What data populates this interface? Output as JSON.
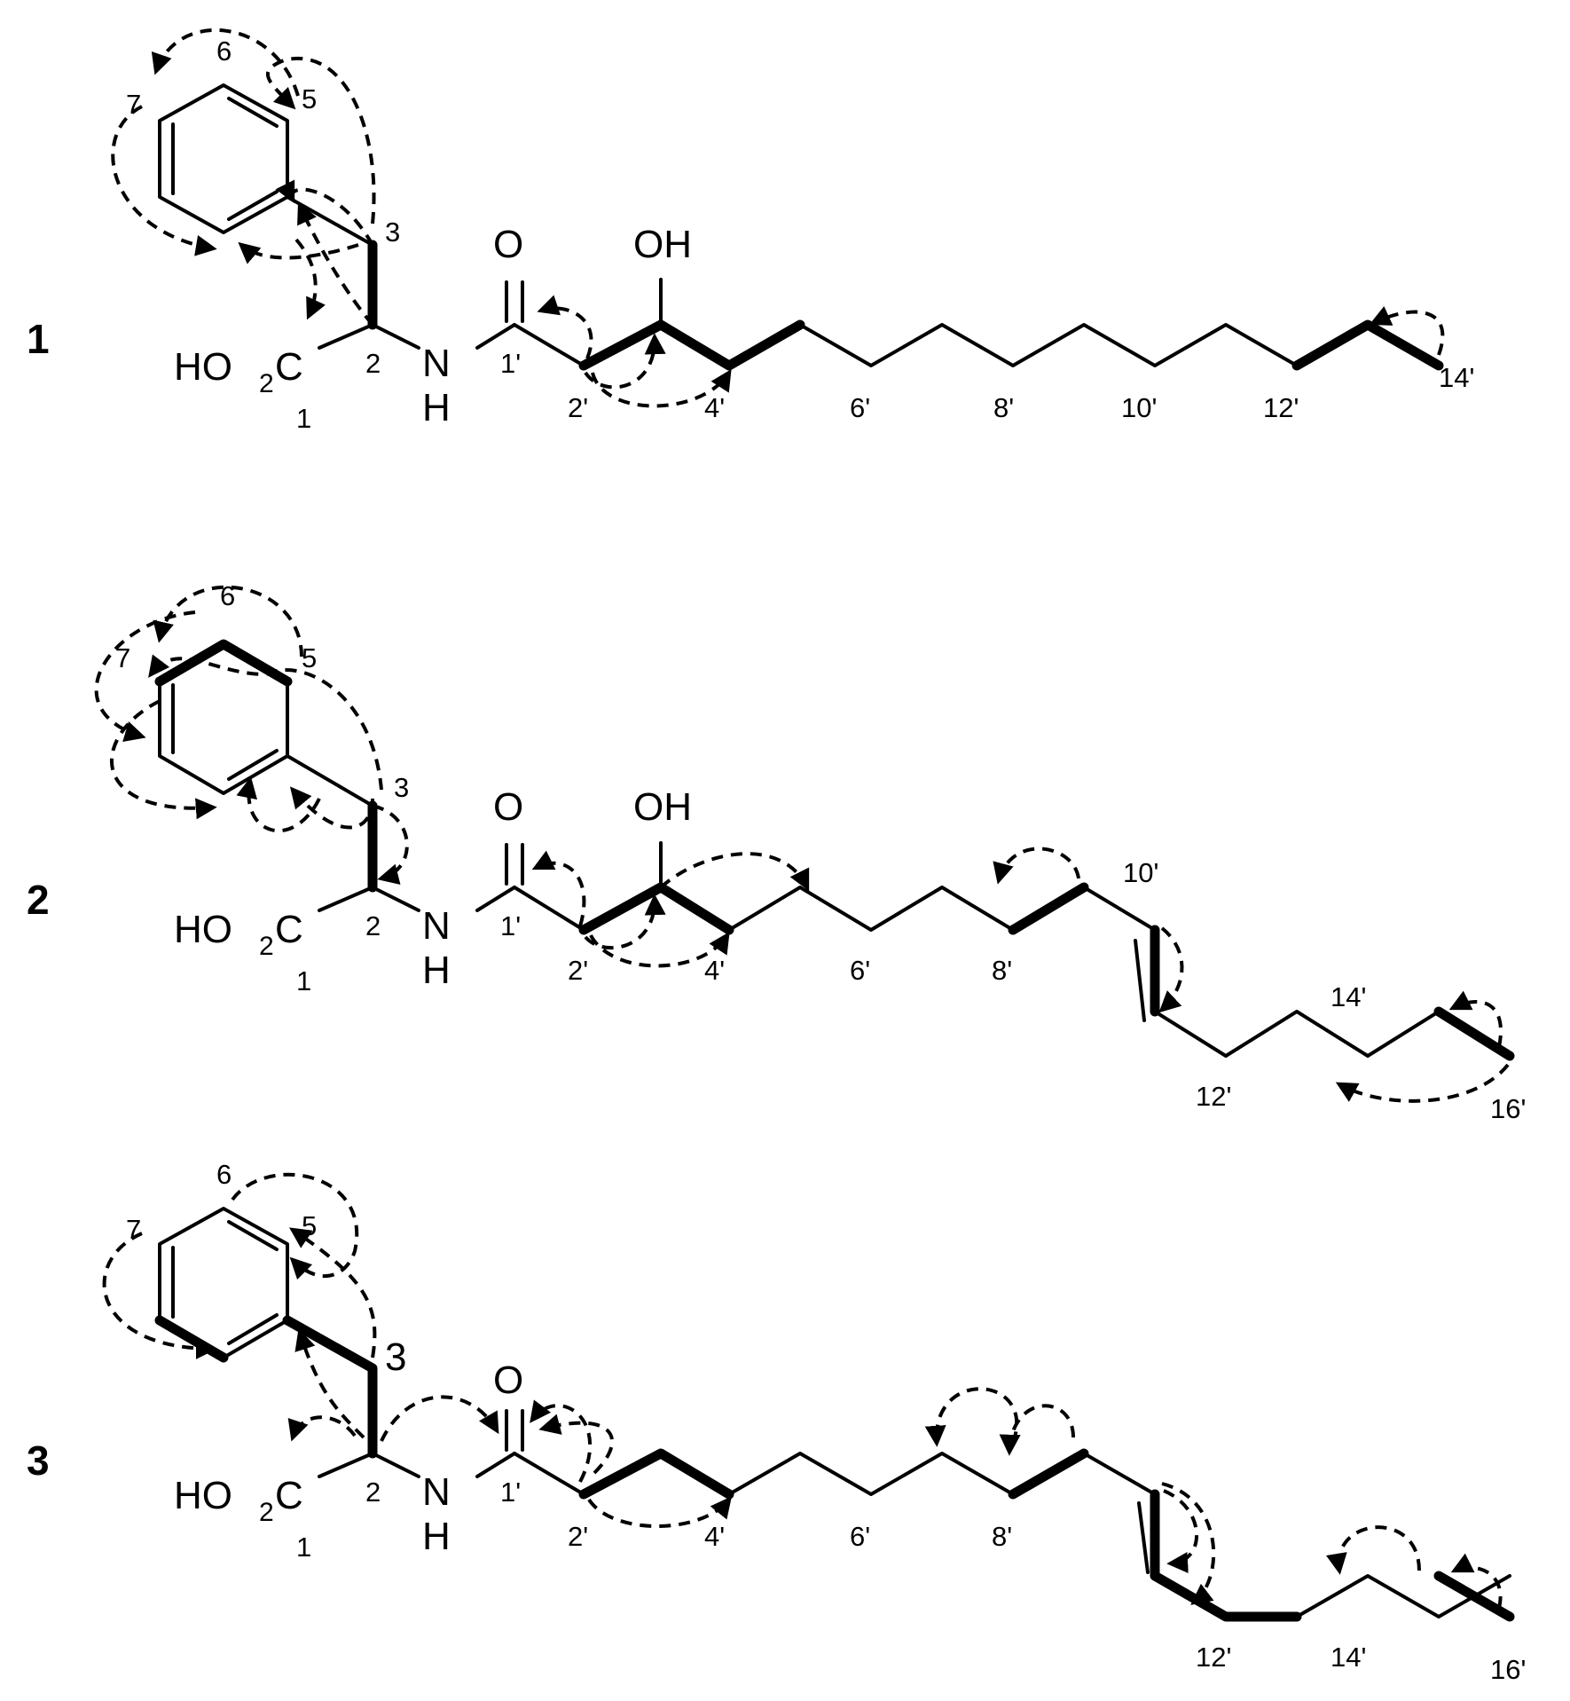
{
  "compounds": [
    {
      "number": "1",
      "atoms": {
        "o_carbonyl": "O",
        "hydroxyl": "OH",
        "acid_ho": "HO",
        "acid_sub": "2",
        "acid_c": "C",
        "amide_n": "N",
        "amide_h": "H"
      },
      "locants": [
        "6",
        "7",
        "5",
        "3",
        "2",
        "1",
        "1'",
        "2'",
        "4'",
        "6'",
        "8'",
        "10'",
        "12'",
        "14'"
      ]
    },
    {
      "number": "2",
      "atoms": {
        "o_carbonyl": "O",
        "hydroxyl": "OH",
        "acid_ho": "HO",
        "acid_sub": "2",
        "acid_c": "C",
        "amide_n": "N",
        "amide_h": "H"
      },
      "locants": [
        "6",
        "7",
        "5",
        "3",
        "2",
        "1",
        "1'",
        "2'",
        "4'",
        "6'",
        "8'",
        "10'",
        "12'",
        "14'",
        "16'"
      ]
    },
    {
      "number": "3",
      "atoms": {
        "o_carbonyl": "O",
        "acid_ho": "HO",
        "acid_sub": "2",
        "acid_c": "C",
        "amide_n": "N",
        "amide_h": "H"
      },
      "locants": [
        "6",
        "7",
        "5",
        "3",
        "2",
        "1",
        "1'",
        "2'",
        "4'",
        "6'",
        "8'",
        "12'",
        "14'",
        "16'"
      ]
    }
  ]
}
